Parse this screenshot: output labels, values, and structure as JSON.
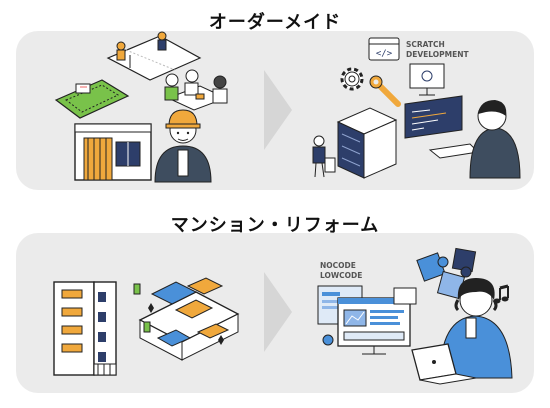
{
  "sections": [
    {
      "title": "オーダーメイド",
      "left_scene": [
        "surveying-engineers",
        "house-lot-plan",
        "meeting-people",
        "modern-house",
        "construction-worker"
      ],
      "right_scene": [
        "code-window-icon",
        "gear-icon",
        "wrench-icon",
        "server-rack",
        "engineer-at-server",
        "developer-at-monitor"
      ],
      "right_label_line1": "SCRATCH",
      "right_label_line2": "DEVELOPMENT"
    },
    {
      "title": "マンション・リフォーム",
      "left_scene": [
        "apartment-building",
        "isometric-floor-plan"
      ],
      "right_scene": [
        "puzzle-pieces-icon",
        "music-note-icon",
        "dashboard-screens",
        "user-with-laptop"
      ],
      "right_label_line1": "NOCODE",
      "right_label_line2": "LOWCODE"
    }
  ],
  "colors": {
    "accent": "#f0a83c",
    "navy": "#2d3e6a",
    "blue": "#4a90d9",
    "panel": "#ebebeb",
    "arrow": "#d6d6d6"
  }
}
